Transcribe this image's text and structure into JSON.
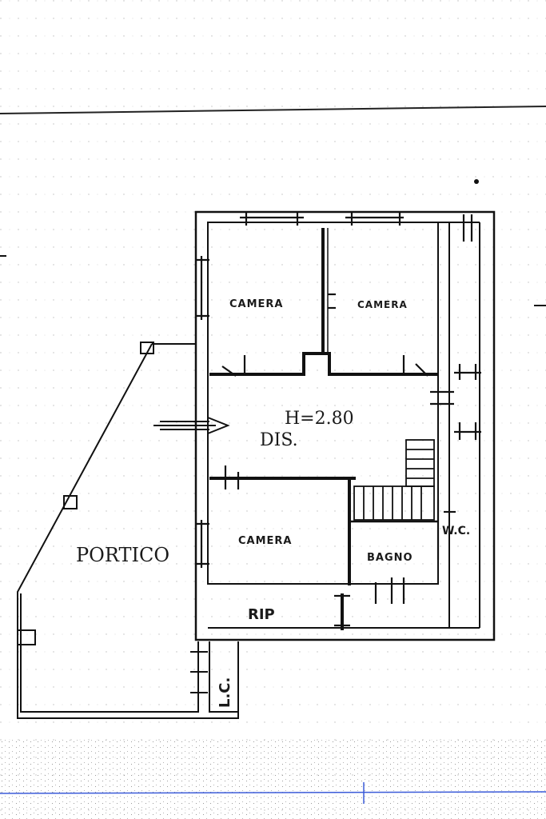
{
  "rooms": {
    "camera_top_left": "CAMERA",
    "camera_top_right": "CAMERA",
    "height": "H=2.80",
    "disimpegno": "DIS.",
    "camera_bottom": "CAMERA",
    "bagno": "BAGNO",
    "wc": "W.C.",
    "ripostiglio": "RIP",
    "portico": "PORTICO",
    "lc": "L.C."
  },
  "colors": {
    "ink": "#1a1a1a",
    "wall": "#111111",
    "grid": "#c9c9c9",
    "scanline": "#3b5bd9"
  }
}
